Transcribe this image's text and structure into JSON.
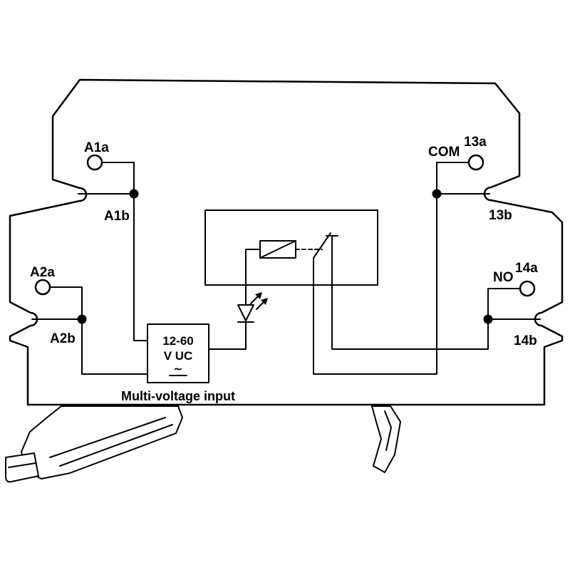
{
  "diagram": {
    "terminals": {
      "a1a": "A1a",
      "a1b": "A1b",
      "a2a": "A2a",
      "a2b": "A2b",
      "com": "COM",
      "t13a": "13a",
      "t13b": "13b",
      "no": "NO",
      "t14a": "14a",
      "t14b": "14b"
    },
    "power_box": {
      "line1": "12-60",
      "line2": "V UC",
      "symbol": "∼"
    },
    "caption": "Multi-voltage input",
    "colors": {
      "line": "#000000",
      "background": "#ffffff"
    }
  }
}
